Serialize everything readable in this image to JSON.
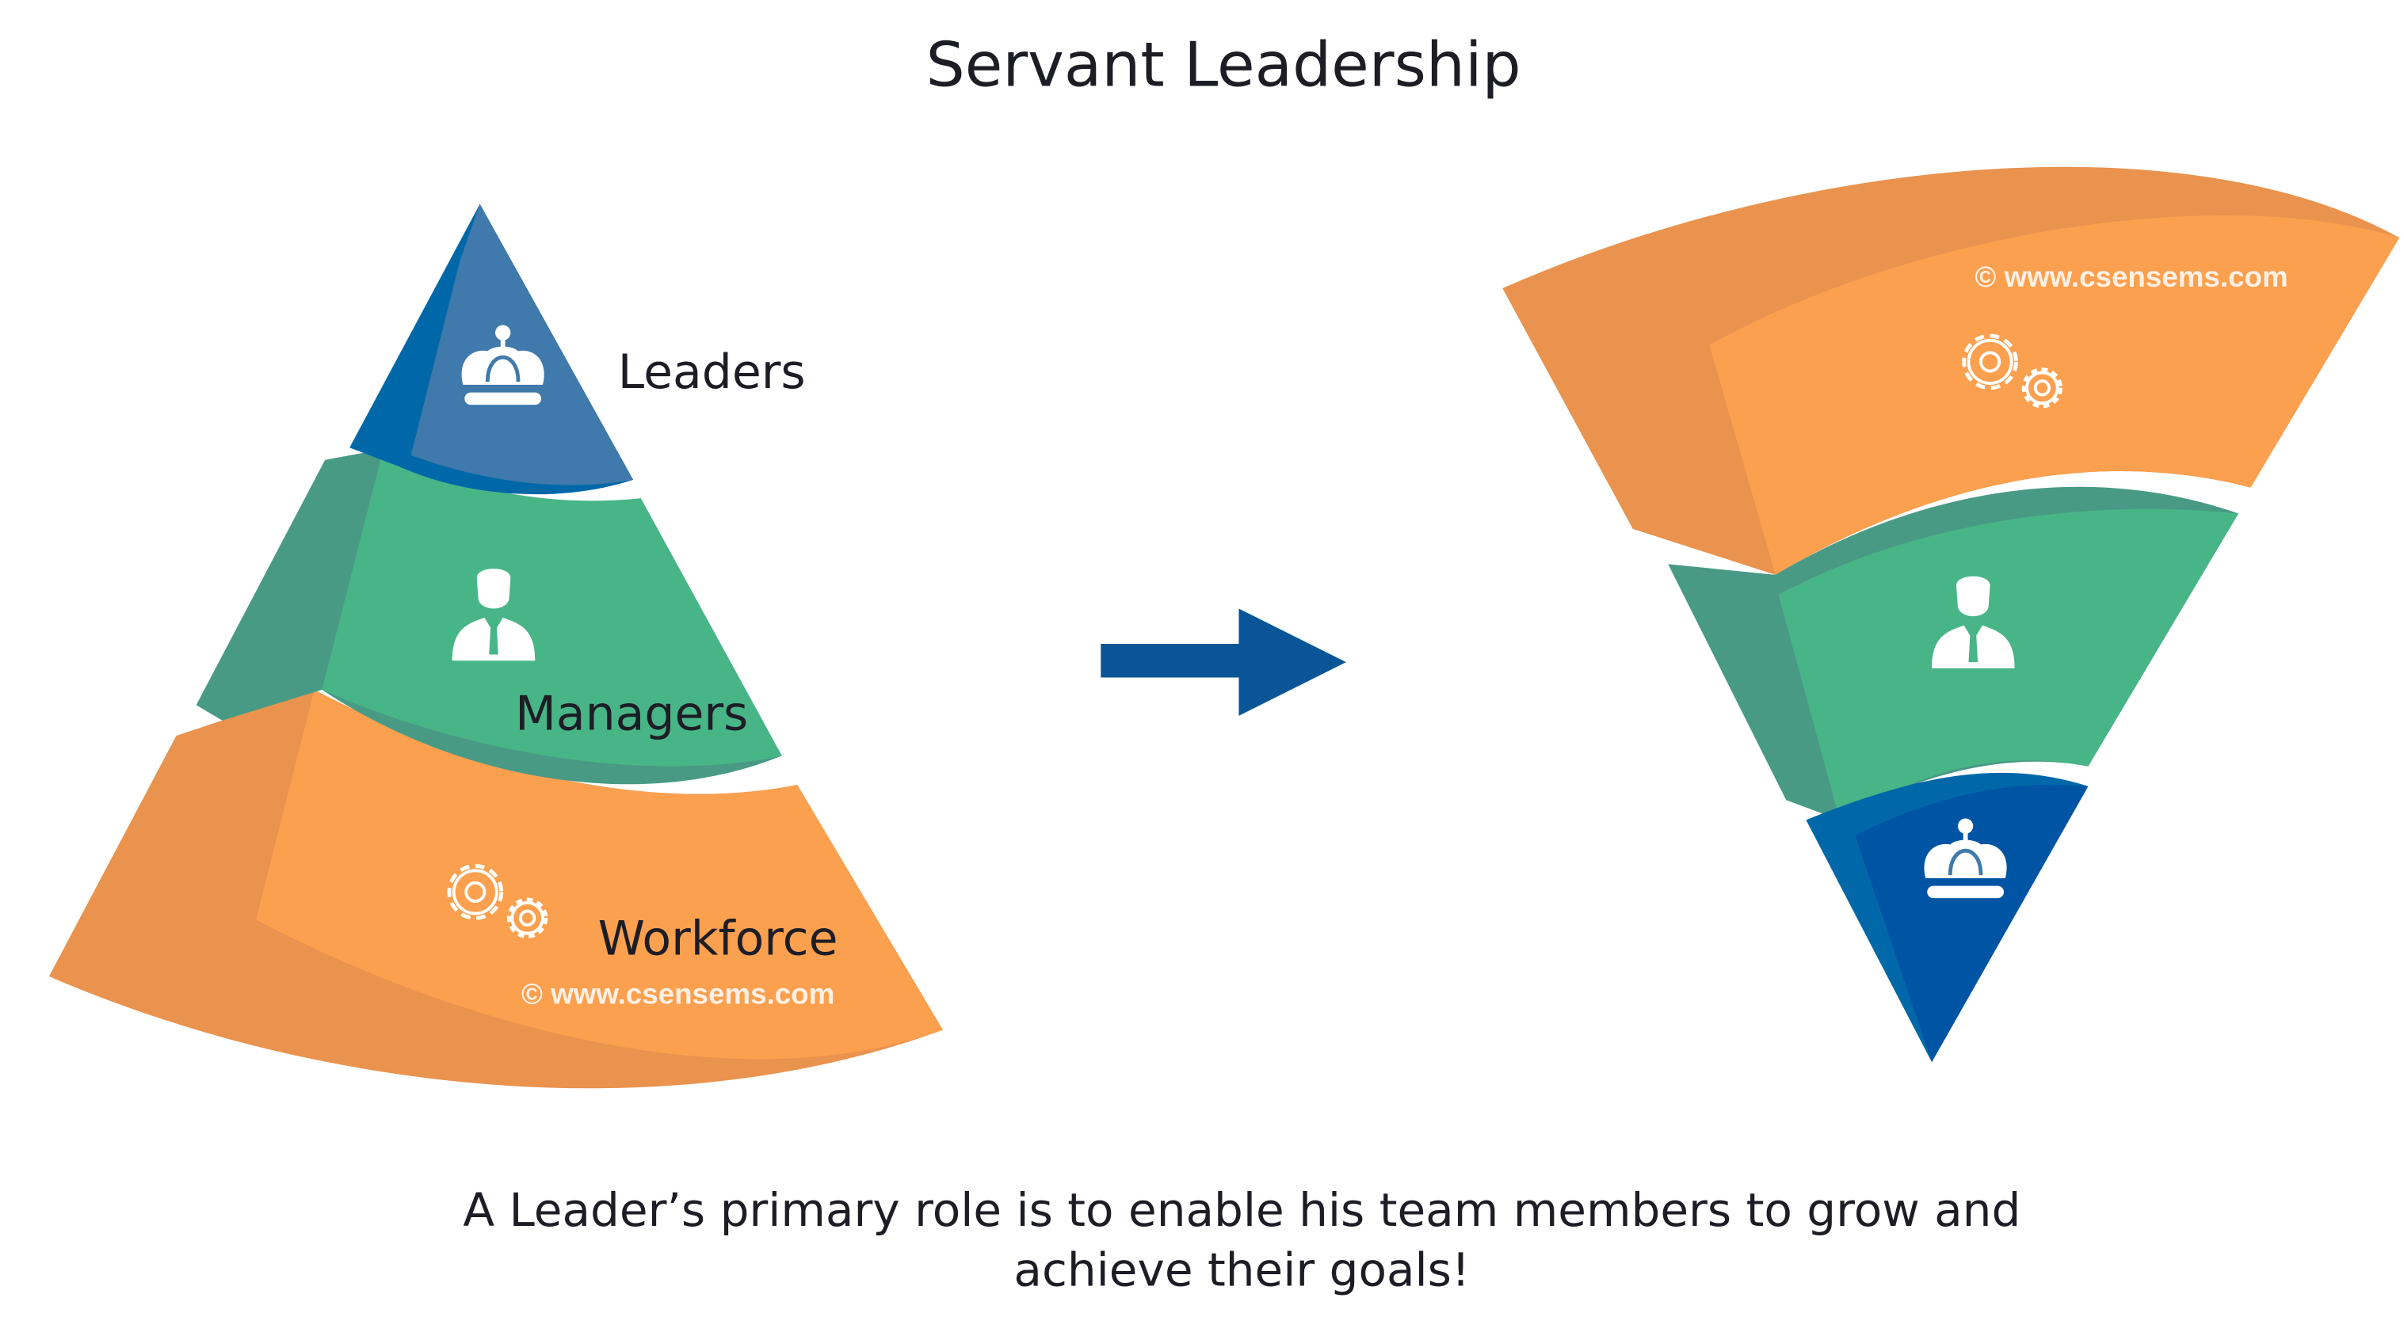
{
  "title": "Servant Leadership",
  "left_pyramid": {
    "layers": [
      {
        "label": "Leaders",
        "icon": "crown-icon"
      },
      {
        "label": "Managers",
        "icon": "person-icon"
      },
      {
        "label": "Workforce",
        "icon": "gears-icon"
      }
    ],
    "watermark": "© www.csensems.com"
  },
  "right_pyramid": {
    "watermark": "© www.csensems.com"
  },
  "arrow_icon": "arrow-right-icon",
  "caption": {
    "line1": "A Leader’s primary role is to enable his team members to grow and",
    "line2": "achieve their goals!"
  },
  "colors": {
    "blue_front": "#4079ab",
    "blue_side": "#0068a8",
    "blue_deep": "#0054a4",
    "green_front": "#48b587",
    "green_side": "#489a85",
    "orange_front": "#fba04f",
    "orange_side": "#e9934e",
    "arrow": "#0a5596"
  }
}
